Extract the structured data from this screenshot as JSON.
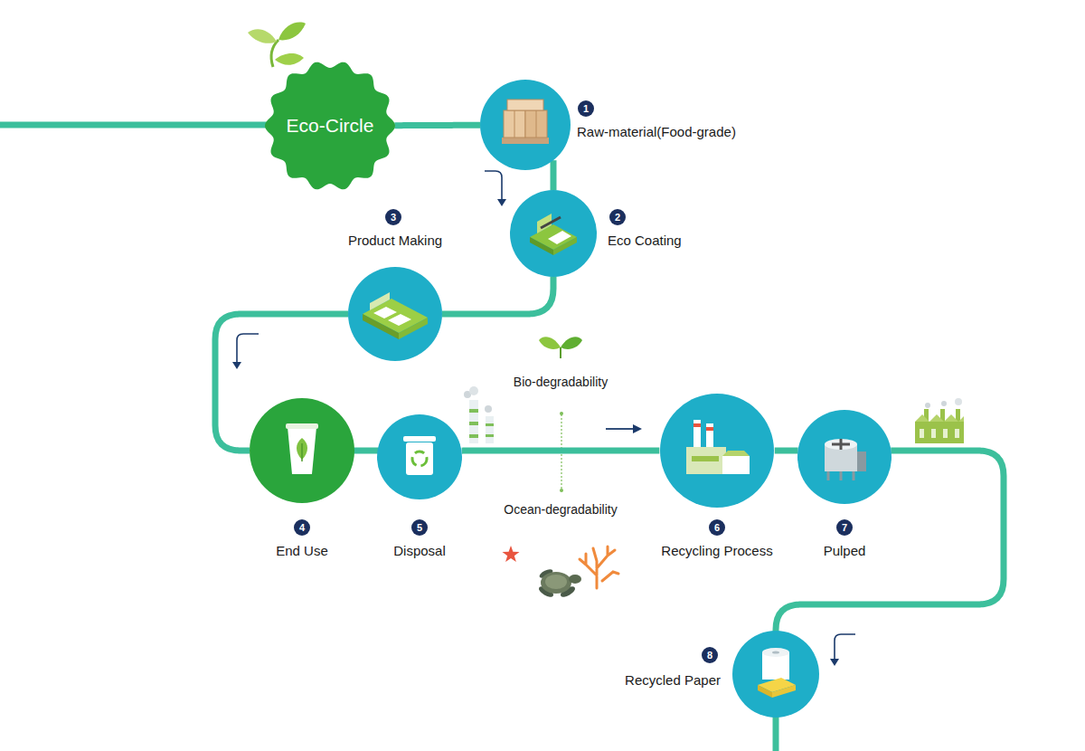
{
  "diagram": {
    "nodes": [
      {
        "text": [
          "Eco-Circle"
        ]
      },
      {
        "text": [
          "1",
          "Raw-material(Food-grade)"
        ]
      },
      {
        "text": [
          "2",
          "Eco Coating"
        ]
      },
      {
        "text": [
          "3",
          "Product Making"
        ]
      },
      {
        "text": [
          "4",
          "End Use"
        ]
      },
      {
        "text": [
          "5",
          "Disposal"
        ]
      },
      {
        "text": [
          "6",
          "Recycling Process"
        ]
      },
      {
        "text": [
          "7",
          "Pulped"
        ]
      },
      {
        "text": [
          "8",
          "Recycled Paper"
        ]
      }
    ],
    "edges": [
      {
        "from": 0,
        "to": 1,
        "arrow": "none"
      },
      {
        "from": 1,
        "to": 2,
        "arrow": "none"
      },
      {
        "from": 2,
        "to": 3,
        "arrow": "none"
      },
      {
        "from": 3,
        "to": 4,
        "arrow": "none"
      },
      {
        "from": 4,
        "to": 5,
        "arrow": "none"
      },
      {
        "from": 5,
        "to": 6,
        "arrow": "none"
      },
      {
        "from": 6,
        "to": 7,
        "arrow": "none"
      },
      {
        "from": 7,
        "to": 8,
        "arrow": "none"
      }
    ],
    "labels": [
      "Bio-degradability",
      "Ocean-degradability"
    ]
  }
}
